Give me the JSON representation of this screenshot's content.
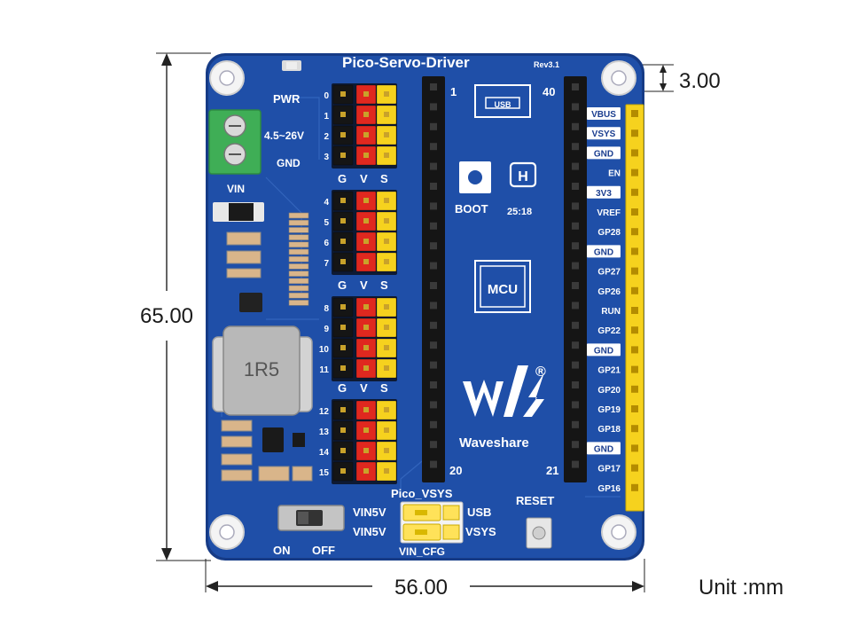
{
  "dimensions": {
    "height": "65.00",
    "width": "56.00",
    "hole_offset": "3.00",
    "unit_label": "Unit :mm"
  },
  "board": {
    "title": "Pico-Servo-Driver",
    "rev": "Rev3.1",
    "pwr": "PWR",
    "terminal_voltage": "4.5~26V",
    "terminal_gnd": "GND",
    "vin": "VIN",
    "inductor": "1R5",
    "servo_header": {
      "g": "G",
      "v": "V",
      "s": "S"
    },
    "servo_channels": [
      "0",
      "1",
      "2",
      "3",
      "4",
      "5",
      "6",
      "7",
      "8",
      "9",
      "10",
      "11",
      "12",
      "13",
      "14",
      "15"
    ],
    "pico_pin_first": "1",
    "pico_pin_last": "40",
    "pico_pin_20": "20",
    "pico_pin_21": "21",
    "usb": "USB",
    "boot": "BOOT",
    "mcu": "MCU",
    "brand": "Waveshare",
    "registered": "®",
    "date_code": "25:18",
    "pico_vsys": "Pico_VSYS",
    "vin5v_top": "VIN5V",
    "vin5v_bottom": "VIN5V",
    "jumper_usb": "USB",
    "jumper_vsys": "VSYS",
    "vin_cfg": "VIN_CFG",
    "reset": "RESET",
    "switch_on": "ON",
    "switch_off": "OFF",
    "right_pins": [
      {
        "label": "VBUS",
        "boxed": true
      },
      {
        "label": "VSYS",
        "boxed": true
      },
      {
        "label": "GND",
        "boxed": true
      },
      {
        "label": "EN",
        "boxed": false
      },
      {
        "label": "3V3",
        "boxed": true
      },
      {
        "label": "VREF",
        "boxed": false
      },
      {
        "label": "GP28",
        "boxed": false
      },
      {
        "label": "GND",
        "boxed": true
      },
      {
        "label": "GP27",
        "boxed": false
      },
      {
        "label": "GP26",
        "boxed": false
      },
      {
        "label": "RUN",
        "boxed": false
      },
      {
        "label": "GP22",
        "boxed": false
      },
      {
        "label": "GND",
        "boxed": true
      },
      {
        "label": "GP21",
        "boxed": false
      },
      {
        "label": "GP20",
        "boxed": false
      },
      {
        "label": "GP19",
        "boxed": false
      },
      {
        "label": "GP18",
        "boxed": false
      },
      {
        "label": "GND",
        "boxed": true
      },
      {
        "label": "GP17",
        "boxed": false
      },
      {
        "label": "GP16",
        "boxed": false
      }
    ]
  },
  "colors": {
    "pcb": "#1f4fa8",
    "pcb_edge": "#163b86",
    "silkscreen": "#ffffff",
    "header_black": "#151515",
    "pin_red": "#e0281f",
    "pin_yellow": "#f6d21e",
    "terminal_green": "#3fae56",
    "jumper_yellow": "#ffe259"
  }
}
